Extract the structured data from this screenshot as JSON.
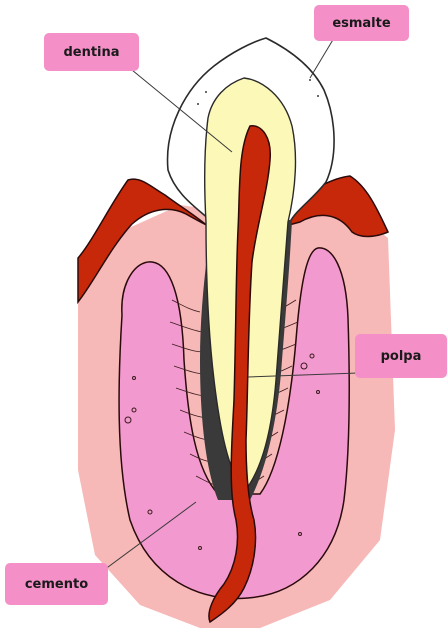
{
  "labels": {
    "enamel": "esmalte",
    "dentin": "dentina",
    "pulp": "polpa",
    "cementum": "cemento"
  },
  "colors": {
    "label_bg": "#f48fc8",
    "gum": "#c8280a",
    "gum_inner": "#f7b8b8",
    "bone": "#f29ad0",
    "dentin": "#fcf8b8",
    "pulp": "#c8280a",
    "enamel": "#ffffff"
  }
}
